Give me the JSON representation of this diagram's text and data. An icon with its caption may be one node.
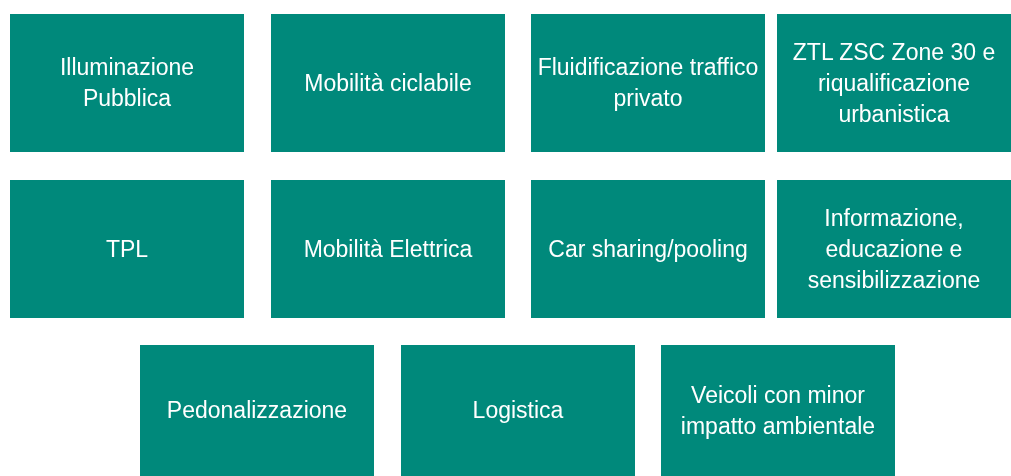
{
  "diagram": {
    "nodes": [
      {
        "text": [
          "Illuminazione Pubblica"
        ]
      },
      {
        "text": [
          "Mobilità ciclabile"
        ]
      },
      {
        "text": [
          "Fluidificazione traffico privato"
        ]
      },
      {
        "text": [
          "ZTL ZSC Zone 30 e riqualificazione urbanistica"
        ]
      },
      {
        "text": [
          "TPL"
        ]
      },
      {
        "text": [
          "Mobilità Elettrica"
        ]
      },
      {
        "text": [
          "Car sharing/pooling"
        ]
      },
      {
        "text": [
          "Informazione, educazione e sensibilizzazione"
        ]
      },
      {
        "text": [
          "Pedonalizzazione"
        ]
      },
      {
        "text": [
          "Logistica"
        ]
      },
      {
        "text": [
          "Veicoli con minor impatto ambientale"
        ]
      }
    ]
  }
}
